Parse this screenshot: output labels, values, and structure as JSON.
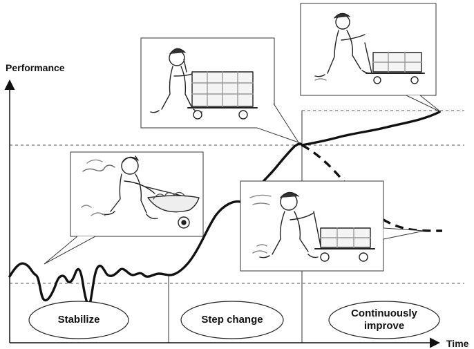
{
  "axes": {
    "y_label": "Performance",
    "x_label": "Time"
  },
  "phases": [
    "Stabilize",
    "Step change",
    "Continuously improve"
  ],
  "phase_labels_lines": [
    [
      "Stabilize"
    ],
    [
      "Step change"
    ],
    [
      "Continuously",
      "improve"
    ]
  ],
  "colors": {
    "line": "#111111",
    "guide": "#555555",
    "frame": "#333333",
    "background": "#ffffff"
  },
  "illustrations": [
    {
      "name": "worker-barrow-illustration",
      "depicts": "struggling worker pushing an overloaded wheelbarrow"
    },
    {
      "name": "worker-cart-step-illustration",
      "depicts": "worker pushing a loaded hand cart"
    },
    {
      "name": "worker-cart-top-illustration",
      "depicts": "worker pushing a hand cart smoothly"
    },
    {
      "name": "worker-cart-strain-illustration",
      "depicts": "worker straining with a hand cart"
    }
  ],
  "curve_style": {
    "solid": "main performance curve",
    "dashed": "decline branch without continuous improvement"
  }
}
